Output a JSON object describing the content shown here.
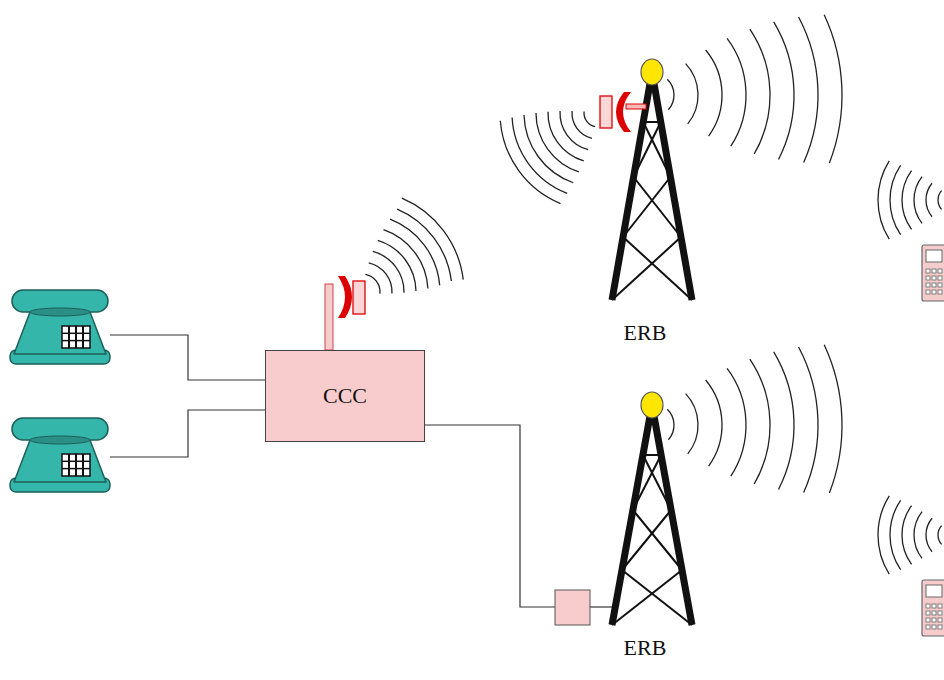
{
  "diagram": {
    "nodes": [
      {
        "text": [
          "ERB"
        ]
      },
      {
        "text": [
          "CCC"
        ]
      },
      {
        "text": [
          "ERB"
        ]
      }
    ],
    "edges": [
      {
        "from": 1,
        "to": 2,
        "arrow": "none"
      }
    ]
  }
}
